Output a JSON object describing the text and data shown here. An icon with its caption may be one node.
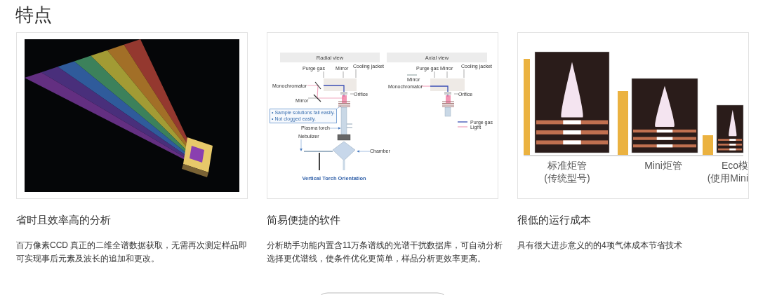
{
  "diagram": {
    "title": "特点",
    "nodes": [
      {
        "text": [
          "省时且效率高的分析",
          "百万像素CCD 真正的二维全谱数据获取，无需再次测定样品即可实现事后元素及波长的追加和更改。"
        ]
      },
      {
        "text": [
          "简易便捷的软件",
          "分析助手功能内置含11万条谱线的光谱干扰数据库，可自动分析选择更优谱线，使条件优化更简单，样品分析更效率更高。"
        ]
      },
      {
        "text": [
          "很低的运行成本",
          "具有很大进步意义的的4项气体成本节省技术"
        ]
      },
      {
        "text": [
          "Radial view"
        ],
        "in": 1
      },
      {
        "text": [
          "Axial view"
        ],
        "in": 1
      },
      {
        "text": [
          "Purge gas"
        ],
        "in": 1
      },
      {
        "text": [
          "Mirror"
        ],
        "in": 1
      },
      {
        "text": [
          "Cooling jacket"
        ],
        "in": 1
      },
      {
        "text": [
          "Orifice"
        ],
        "in": 1
      },
      {
        "text": [
          "Mirror"
        ],
        "in": 1
      },
      {
        "text": [
          "• Sample solutions fall easily.",
          "• Not clogged easily."
        ],
        "in": 1
      },
      {
        "text": [
          "Plasma torch"
        ],
        "in": 1
      },
      {
        "text": [
          "Nebulizer"
        ],
        "in": 1
      },
      {
        "text": [
          "Chamber"
        ],
        "in": 1
      },
      {
        "text": [
          "Purge gas"
        ],
        "in": 1
      },
      {
        "text": [
          "Mirror"
        ],
        "in": 1
      },
      {
        "text": [
          "Cooling jacket"
        ],
        "in": 1
      },
      {
        "text": [
          "Orifice"
        ],
        "in": 1
      }
    ],
    "edges": [
      {
        "from": 5,
        "to": null,
        "arrow": "none"
      },
      {
        "from": 6,
        "to": null,
        "arrow": "none"
      },
      {
        "from": 7,
        "to": null,
        "arrow": "none"
      },
      {
        "from": 8,
        "to": null,
        "arrow": "none"
      },
      {
        "from": 9,
        "to": null,
        "arrow": "none"
      },
      {
        "from": 10,
        "to": null,
        "arrow": "none",
        "color": "#4a7cc0"
      },
      {
        "from": 11,
        "to": null,
        "arrow": "to",
        "color": "#4a7cc0"
      },
      {
        "from": 12,
        "to": null,
        "arrow": "to",
        "color": "#4a7cc0"
      },
      {
        "from": 13,
        "to": null,
        "arrow": "to",
        "color": "#4a7cc0"
      },
      {
        "from": 14,
        "to": null,
        "arrow": "none"
      },
      {
        "from": 15,
        "to": null,
        "arrow": "none"
      },
      {
        "from": 16,
        "to": null,
        "arrow": "none"
      },
      {
        "from": 17,
        "to": null,
        "arrow": "none"
      }
    ],
    "labels": [
      "Monochromator",
      "Vertical Torch Orientation",
      "Mirror",
      "Monochromator",
      "标准炬管 (传统型号)",
      "Mini炬管",
      "Eco模 (使用Mini"
    ],
    "legend": [
      {
        "text": "Purge gas"
      },
      {
        "text": "Light"
      }
    ]
  }
}
